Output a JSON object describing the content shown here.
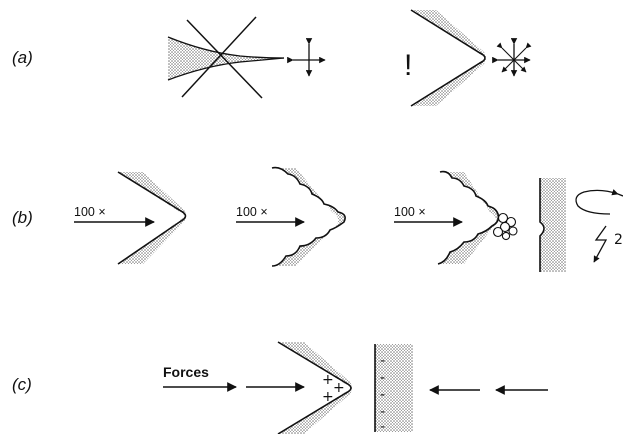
{
  "rows": [
    {
      "id": "a",
      "label": "(a)",
      "mark": "!"
    },
    {
      "id": "b",
      "label": "(b)",
      "magnification": [
        "100 ×",
        "100 ×",
        "100 ×"
      ]
    },
    {
      "id": "c",
      "label": "(c)",
      "forces_label": "Forces",
      "tip_charge": [
        "+",
        "+",
        "+"
      ],
      "surface_charge": [
        "-",
        "-",
        "-",
        "-",
        "-"
      ]
    }
  ],
  "colors": {
    "ink": "#111111",
    "background": "#ffffff",
    "stipple": "#8a8a8a"
  }
}
